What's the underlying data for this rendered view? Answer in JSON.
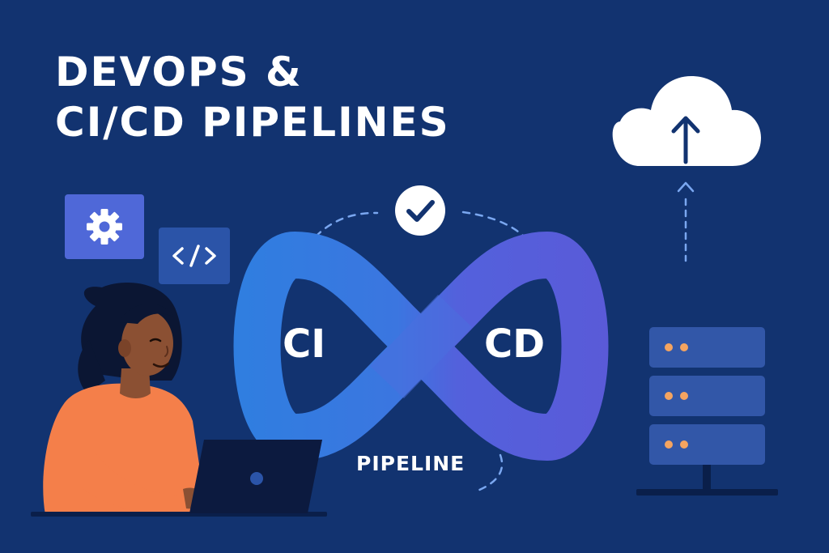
{
  "title": {
    "line1": "DEVOPS &",
    "line2": "CI/CD PIPELINES"
  },
  "loop": {
    "left_label": "CI",
    "right_label": "CD",
    "caption": "PIPELINE"
  },
  "icons": {
    "gear": "gear-icon",
    "code": "code-brackets-icon",
    "check": "checkmark-icon",
    "cloud": "cloud-upload-icon",
    "server": "server-rack-icon",
    "person": "developer-illustration",
    "laptop": "laptop-icon"
  },
  "colors": {
    "background": "#123370",
    "loop_blue": "#2e7fe0",
    "loop_purple": "#5a5ad8",
    "shirt": "#f47f4a",
    "server_panel": "#3257a8",
    "server_led": "#f5a460",
    "tile_gear": "#4f68d8",
    "tile_code": "#2b54a8"
  }
}
